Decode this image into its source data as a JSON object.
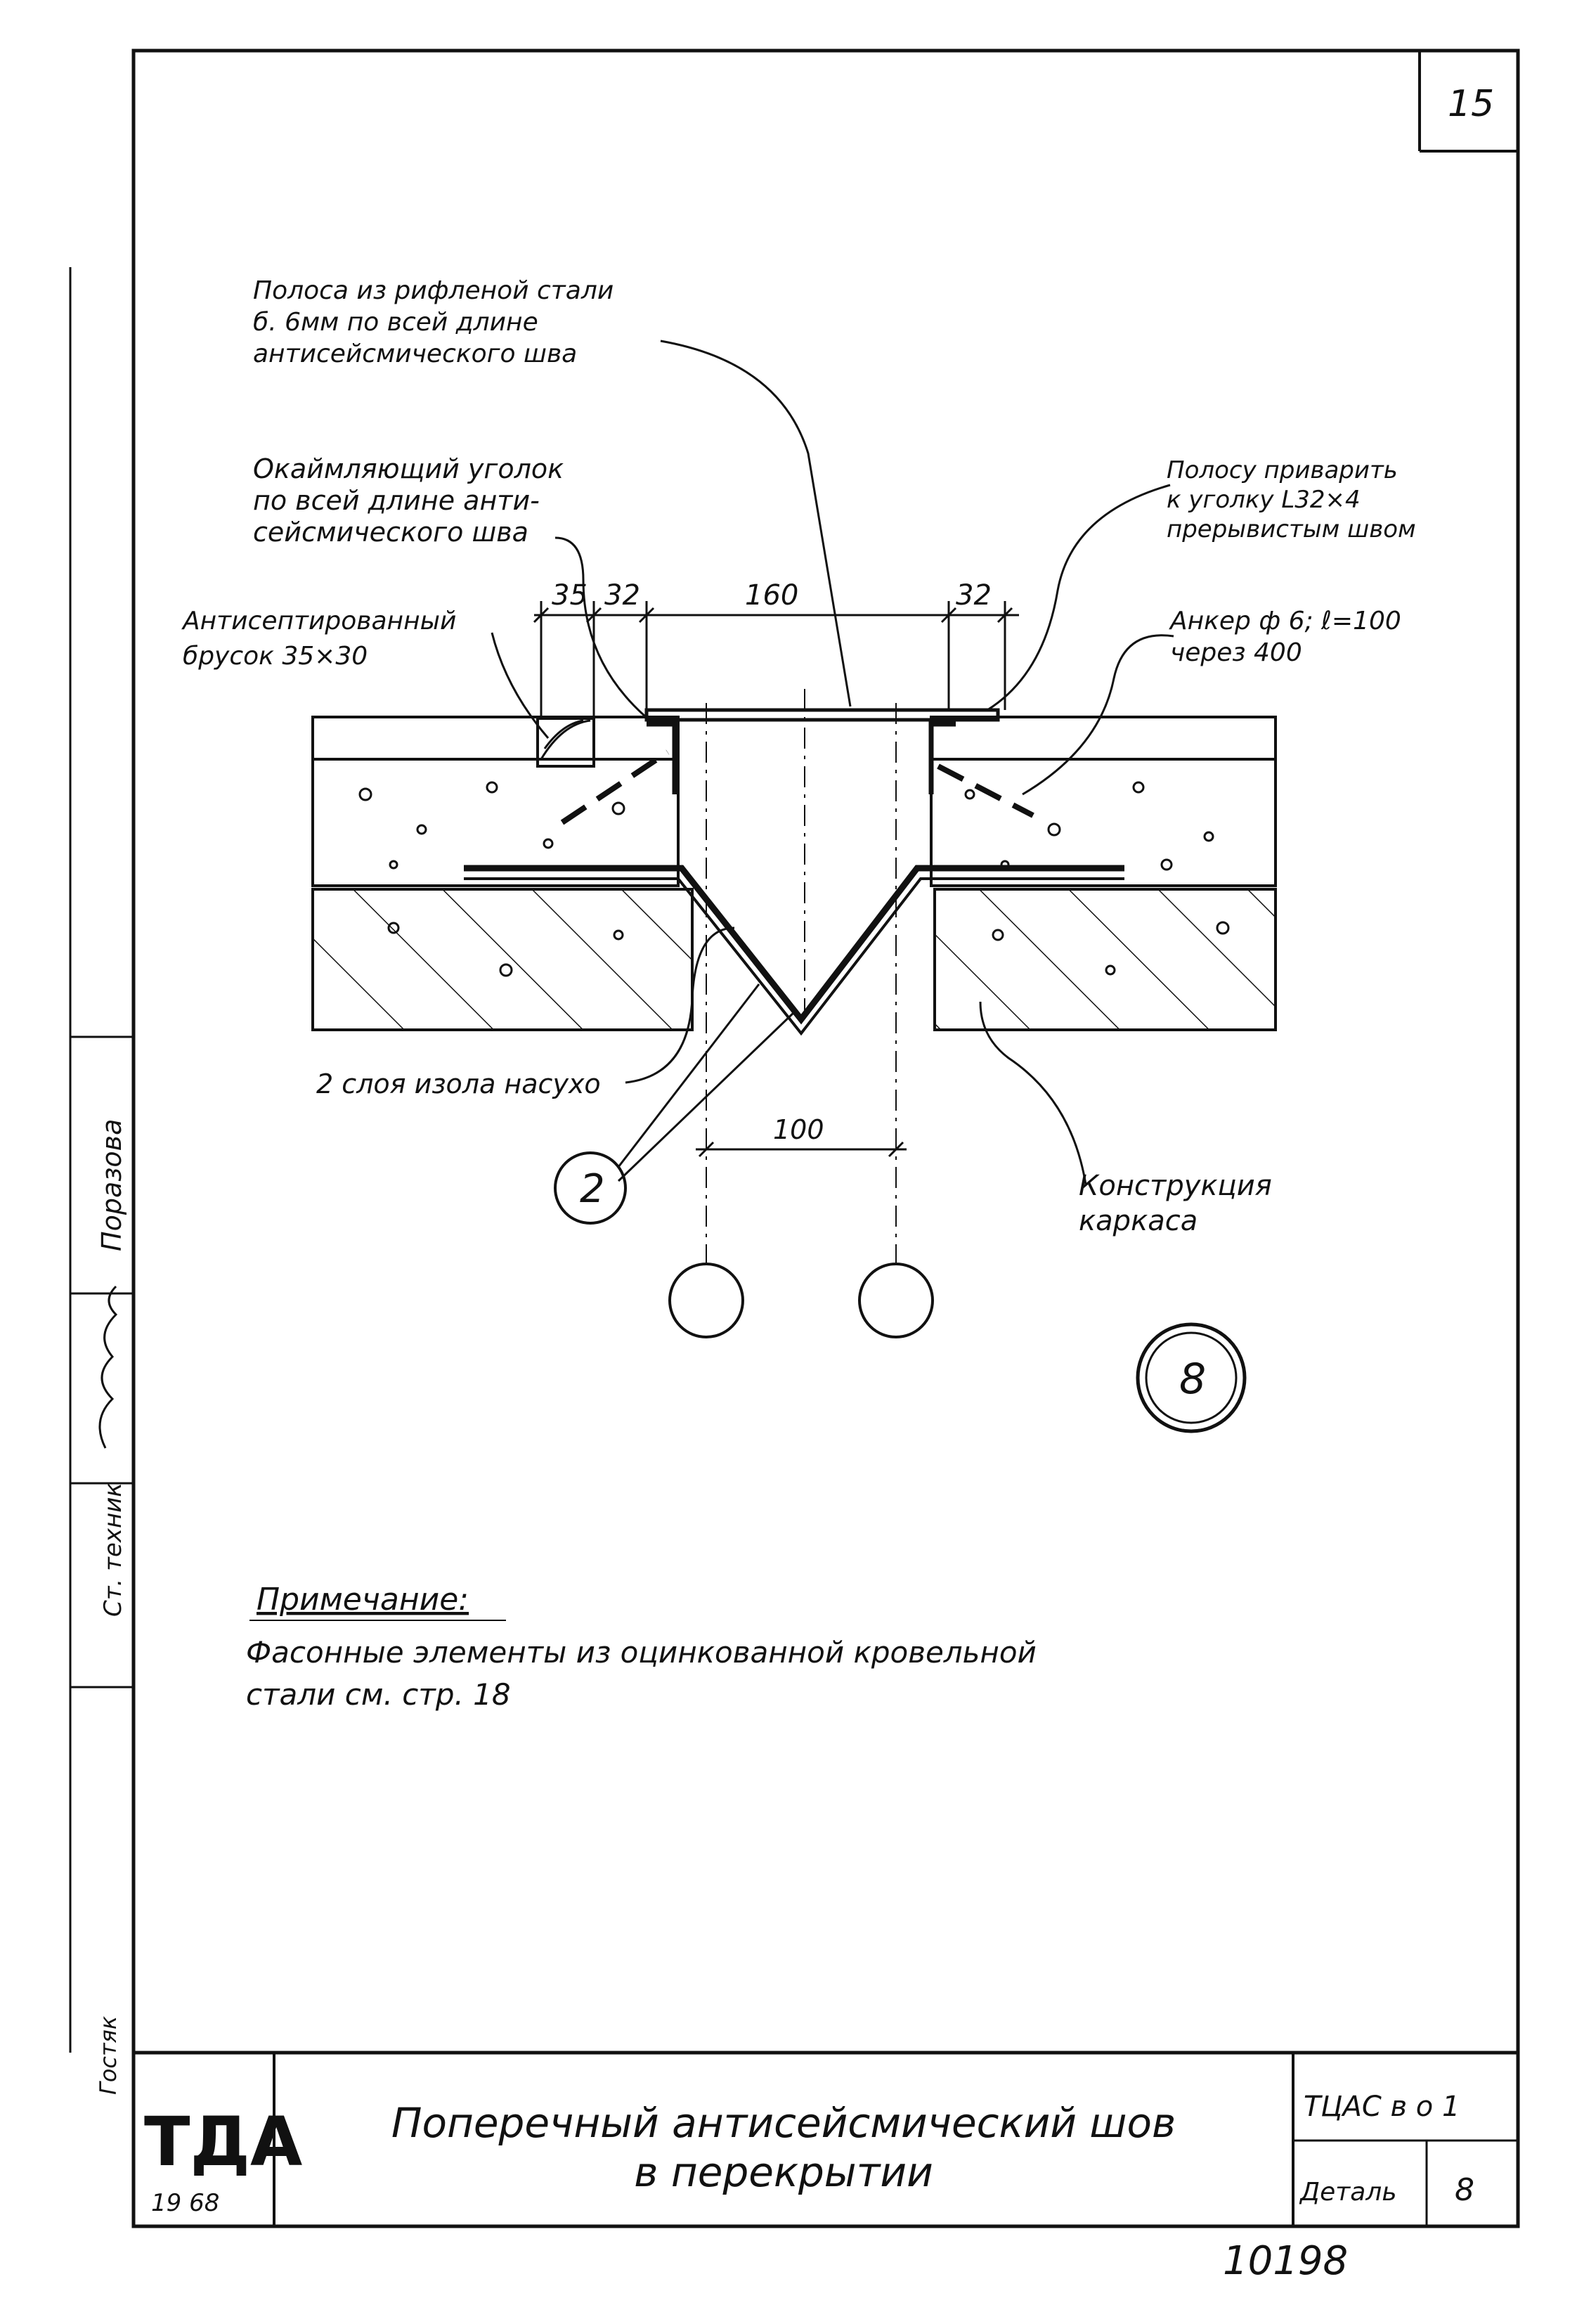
{
  "sheet": {
    "page_number": "15",
    "bottom_number": "10198",
    "title_line1": "Поперечный антисейсмический шов",
    "title_line2": "в перекрытии",
    "stamp_letters": "ТДА",
    "stamp_year": "19 68",
    "code": "ТЦАС в о 1",
    "detail_label": "Деталь",
    "detail_value": "8"
  },
  "side_strip": {
    "name_1": "Поразова",
    "name_2": "Ст. техник",
    "name_3": "Гостяк"
  },
  "callouts": {
    "steel_strip": [
      "Полоса из рифленой стали",
      "б. 6мм по всей длине",
      "антисейсмического шва"
    ],
    "edge_angle": [
      "Окаймляющий уголок",
      "по всей длине анти-",
      "сейсмического шва"
    ],
    "weld_note": [
      "Полосу приварить",
      "к уголку L32×4",
      "прерывистым швом"
    ],
    "wood_bar": [
      "Антисептированный",
      "брусок 35×30"
    ],
    "anchor": [
      "Анкер ф 6; ℓ=100",
      "через 400"
    ],
    "insulation": "2 слоя изола насухо",
    "frame": [
      "Конструкция",
      "каркаса"
    ]
  },
  "dimensions": {
    "d1": "35",
    "d2": "32",
    "d3": "160",
    "d4": "32",
    "axis_spacing": "100"
  },
  "markers": {
    "node_number": "2",
    "detail_number": "8"
  },
  "note": {
    "heading": "Примечание:",
    "line1": "Фасонные элементы из оцинкованной кровельной",
    "line2": "стали см. стр. 18"
  }
}
